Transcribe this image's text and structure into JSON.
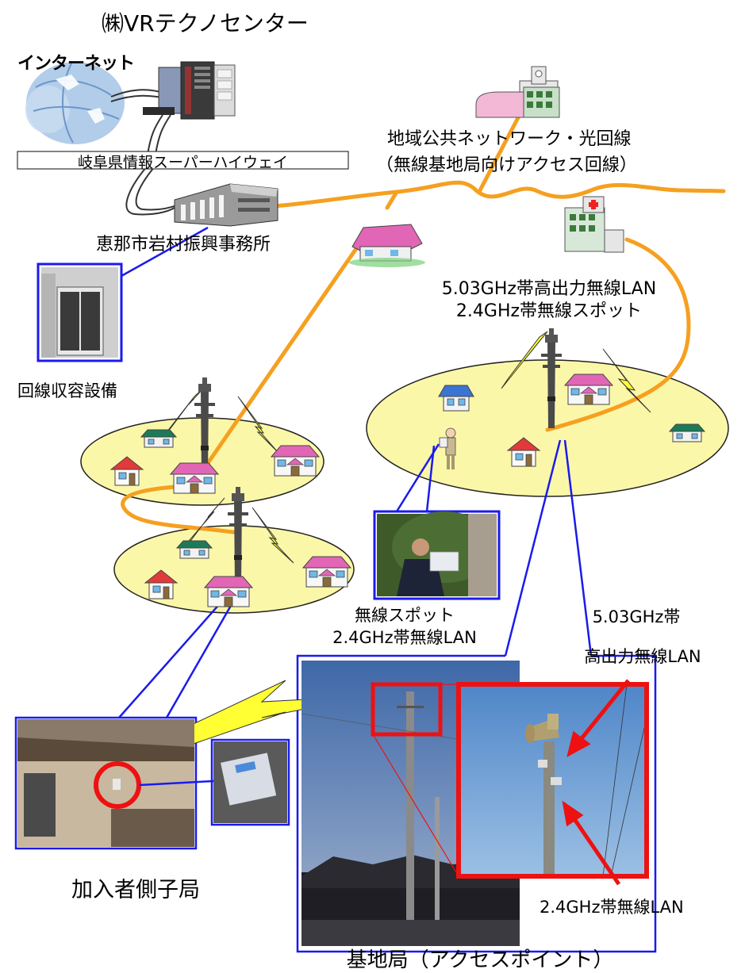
{
  "labels": {
    "vr_center": "㈱VRテクノセンター",
    "internet": "インターネット",
    "gifu_highway": "岐阜県情報スーパーハイウェイ",
    "regional_network_line1": "地域公共ネットワーク・光回線",
    "regional_network_line2": "（無線基地局向けアクセス回線）",
    "ena_office": "恵那市岩村振興事務所",
    "high_power_lan_line1": "5.03GHz帯高出力無線LAN",
    "high_power_lan_line2": "2.4GHz帯無線スポット",
    "line_equipment": "回線収容設備",
    "wireless_spot_line1": "無線スポット",
    "wireless_spot_line2": "2.4GHz帯無線LAN",
    "callout_503_line1": "5.03GHz帯",
    "callout_503_line2": "高出力無線LAN",
    "subscriber_station": "加入者側子局",
    "callout_24": "2.4GHz帯無線LAN",
    "base_station": "基地局（アクセスポイント）"
  },
  "colors": {
    "fiber": "#f5a020",
    "wireless": "#ffff33",
    "callout_frame": "#1a1aee",
    "highlight": "#ee1111",
    "coverage_area": "#fbf7a8"
  }
}
